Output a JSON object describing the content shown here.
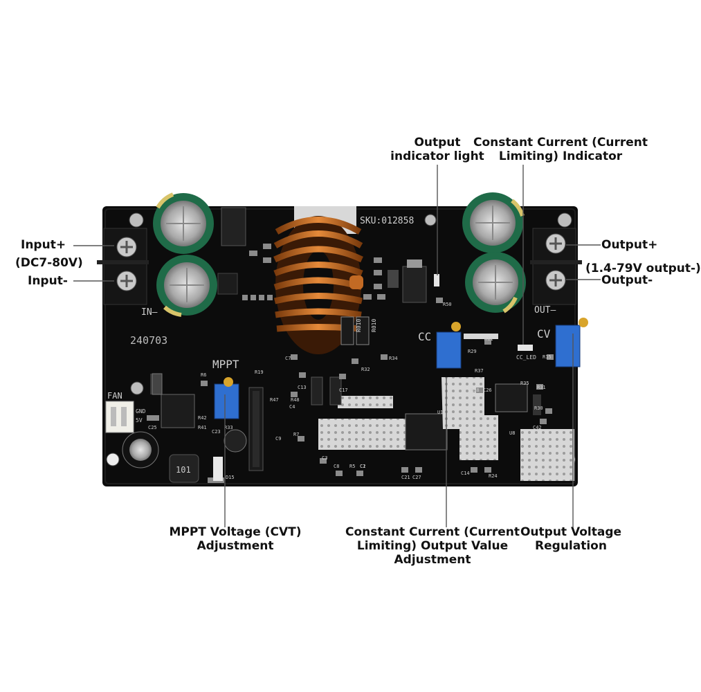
{
  "board": {
    "sku": "SKU:012858",
    "date_code": "240703",
    "silk_in": "IN—",
    "silk_out": "OUT—",
    "silk_mppt": "MPPT",
    "silk_cc": "CC",
    "silk_cv": "CV",
    "silk_fan": "FAN",
    "silk_gnd": "GND",
    "silk_5v": "5V",
    "silk_cc_led": "CC_LED",
    "inductor_small": "101",
    "res_r010_a": "R010",
    "res_r010_b": "R010",
    "ref_labels": [
      "R50",
      "R29",
      "R37",
      "R38",
      "R35",
      "R31",
      "R30",
      "C26",
      "R32",
      "C13",
      "C17",
      "R47",
      "R48",
      "C4",
      "C9",
      "R7",
      "C8",
      "R5",
      "C2",
      "C3",
      "C21",
      "C27",
      "C14",
      "R24",
      "C42",
      "U8",
      "R6",
      "R41",
      "R42",
      "C25",
      "C23",
      "R33",
      "R19",
      "D15",
      "R34",
      "R15",
      "R11",
      "C7",
      "U1",
      "C1"
    ]
  },
  "callouts": {
    "input_plus": "Input+",
    "input_range": "(DC7-80V)",
    "input_minus": "Input-",
    "output_plus": "Output+",
    "output_range": "(1.4-79V output-)",
    "output_minus": "Output-",
    "output_indicator_line1": "Output",
    "output_indicator_line2": "indicator light",
    "cc_indicator_line1": "Constant Current (Current",
    "cc_indicator_line2": "Limiting) Indicator",
    "mppt_line1": "MPPT Voltage (CVT)",
    "mppt_line2": "Adjustment",
    "cc_adjust_line1": "Constant Current (Current",
    "cc_adjust_line2": "Limiting) Output Value",
    "cc_adjust_line3": "Adjustment",
    "ov_line1": "Output Voltage",
    "ov_line2": "Regulation"
  }
}
